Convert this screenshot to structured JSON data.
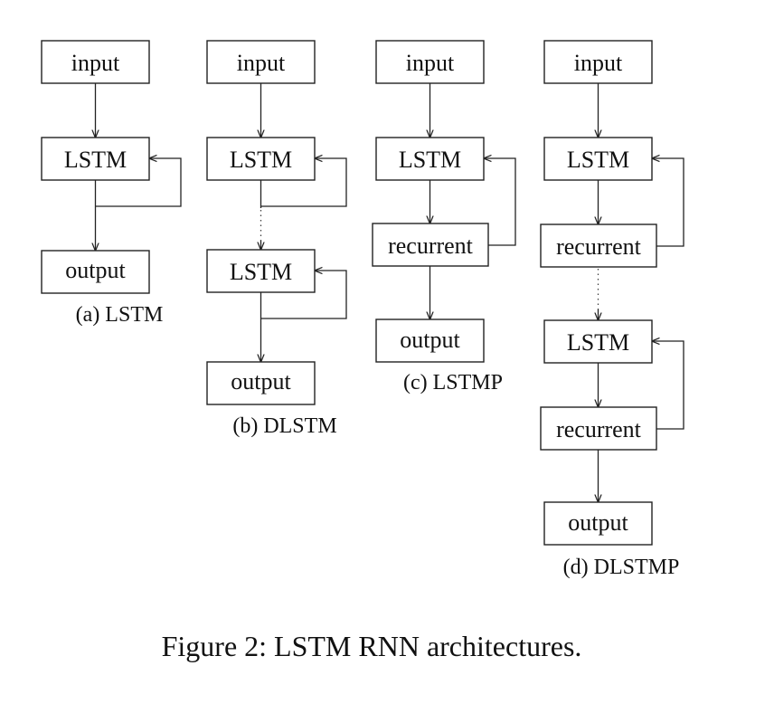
{
  "diagrams": {
    "a": {
      "caption": "(a)  LSTM",
      "nodes": [
        {
          "id": "input",
          "label": "input"
        },
        {
          "id": "lstm",
          "label": "LSTM"
        },
        {
          "id": "output",
          "label": "output"
        }
      ]
    },
    "b": {
      "caption": "(b)  DLSTM",
      "nodes": [
        {
          "id": "input",
          "label": "input"
        },
        {
          "id": "lstm1",
          "label": "LSTM"
        },
        {
          "id": "lstm2",
          "label": "LSTM"
        },
        {
          "id": "output",
          "label": "output"
        }
      ]
    },
    "c": {
      "caption": "(c)  LSTMP",
      "nodes": [
        {
          "id": "input",
          "label": "input"
        },
        {
          "id": "lstm",
          "label": "LSTM"
        },
        {
          "id": "recurrent",
          "label": "recurrent"
        },
        {
          "id": "output",
          "label": "output"
        }
      ]
    },
    "d": {
      "caption": "(d)  DLSTMP",
      "nodes": [
        {
          "id": "input",
          "label": "input"
        },
        {
          "id": "lstm1",
          "label": "LSTM"
        },
        {
          "id": "recurrent1",
          "label": "recurrent"
        },
        {
          "id": "lstm2",
          "label": "LSTM"
        },
        {
          "id": "recurrent2",
          "label": "recurrent"
        },
        {
          "id": "output",
          "label": "output"
        }
      ]
    }
  },
  "figure_caption": "Figure 2: LSTM RNN architectures."
}
